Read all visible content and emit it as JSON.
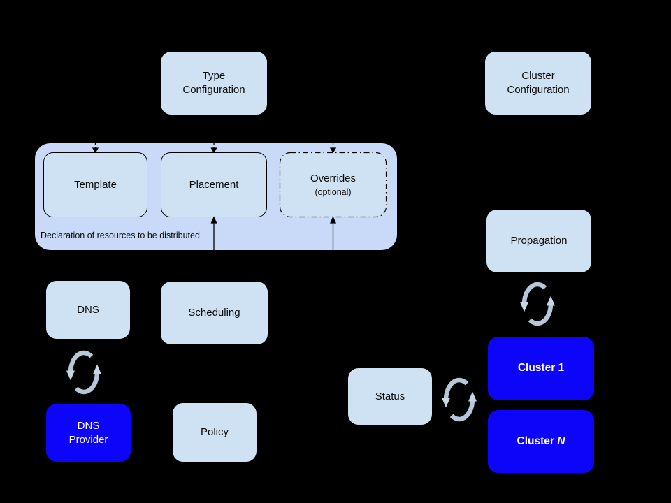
{
  "colors": {
    "background": "#000000",
    "group_fill": "#c9daf8",
    "box_fill": "#cfe2f3",
    "blue_fill": "#0d04fa",
    "text_dark": "#0a0a0a",
    "text_light": "#ffffff",
    "sync_icon": "#b6c7d8",
    "connector": "#000000"
  },
  "nodes": {
    "type_configuration": {
      "label": "Type\nConfiguration"
    },
    "cluster_configuration": {
      "label": "Cluster\nConfiguration"
    },
    "template": {
      "label": "Template"
    },
    "placement": {
      "label": "Placement"
    },
    "overrides": {
      "label": "Overrides",
      "sublabel": "(optional)"
    },
    "declaration_group": {
      "caption": "Declaration of resources to be distributed"
    },
    "dns": {
      "label": "DNS"
    },
    "scheduling": {
      "label": "Scheduling"
    },
    "dns_provider": {
      "label": "DNS\nProvider"
    },
    "policy": {
      "label": "Policy"
    },
    "propagation": {
      "label": "Propagation"
    },
    "status": {
      "label": "Status"
    },
    "cluster_1": {
      "label": "Cluster 1"
    },
    "cluster_n": {
      "label_prefix": "Cluster ",
      "label_n": "N"
    }
  },
  "icons": {
    "sync": "two curved arrows forming a counterclockwise cycle"
  },
  "connections": [
    {
      "from": "Type Configuration",
      "to": "Template",
      "style": "dashed-arrow-down"
    },
    {
      "from": "Type Configuration",
      "to": "Placement",
      "style": "dashed-arrow-down"
    },
    {
      "from": "Type Configuration",
      "to": "Overrides",
      "style": "dashed-arrow-down"
    },
    {
      "from": "below group",
      "to": "Placement",
      "style": "solid-arrow-up"
    },
    {
      "from": "below group",
      "to": "Overrides",
      "style": "solid-arrow-up"
    },
    {
      "between": [
        "DNS",
        "DNS Provider"
      ],
      "style": "sync-cycle"
    },
    {
      "between": [
        "Propagation",
        "Cluster 1"
      ],
      "style": "sync-cycle"
    },
    {
      "between": [
        "Status",
        "Cluster 1"
      ],
      "style": "sync-cycle"
    }
  ]
}
